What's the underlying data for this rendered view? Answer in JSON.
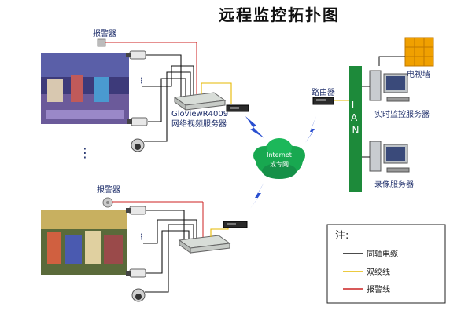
{
  "title": "远程监控拓扑图",
  "labels": {
    "alarm_top": "报警器",
    "alarm_bottom": "报警器",
    "server_model": "GloviewR4009",
    "server_name": "网络视频服务器",
    "router": "路由器",
    "cloud_line1": "Internet",
    "cloud_line2": "或专网",
    "lan": "LAN",
    "tv_wall": "电视墙",
    "monitor_server": "实时监控服务器",
    "record_server": "录像服务器"
  },
  "legend": {
    "title": "注:",
    "items": [
      {
        "label": "同轴电缆",
        "color": "#111111"
      },
      {
        "label": "双绞线",
        "color": "#e6b800"
      },
      {
        "label": "报警线",
        "color": "#cc2222"
      }
    ]
  },
  "colors": {
    "coax": "#111111",
    "twisted": "#e6b800",
    "alarm": "#cc2222",
    "lan_bar": "#1d8a3a",
    "lightning": "#2a4fd0",
    "cloud": "#18a850",
    "tv_wall": "#f0a000"
  }
}
